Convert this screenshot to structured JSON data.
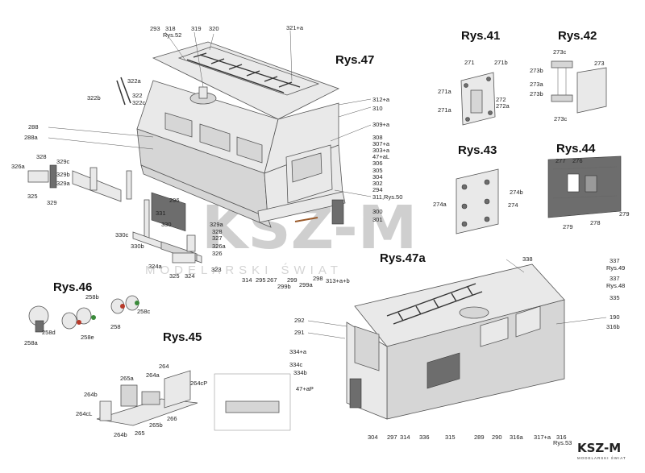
{
  "figures": {
    "rys47": "Rys.47",
    "rys47a": "Rys.47a",
    "rys41": "Rys.41",
    "rys42": "Rys.42",
    "rys43": "Rys.43",
    "rys44": "Rys.44",
    "rys45": "Rys.45",
    "rys46": "Rys.46"
  },
  "labels": {
    "l293": "293",
    "l318": "318",
    "lrys52": "Rys.52",
    "l319": "319",
    "l320": "320",
    "l321a": "321+a",
    "l322a": "322a",
    "l322b": "322b",
    "l322": "322",
    "l322c": "322c",
    "l312a": "312+a",
    "l310": "310",
    "l309a": "309+a",
    "l308": "308",
    "l307a": "307+a",
    "l303a": "303+a",
    "l47aL": "47+aL",
    "l306": "306",
    "l305": "305",
    "l304": "304",
    "l302": "302",
    "l294": "294",
    "l311": "311,Rys.50",
    "l300": "300",
    "l301": "301",
    "l288": "288",
    "l288a": "288a",
    "l328": "328",
    "l329c": "329c",
    "l329b": "329b",
    "l329a": "329a",
    "l326a_l": "326a",
    "l325": "325",
    "l329": "329",
    "l296": "296",
    "l331": "331",
    "l330": "330",
    "l330c": "330c",
    "l330b": "330b",
    "l329a2": "329a",
    "l328b": "328",
    "l327": "327",
    "l326a": "326a",
    "l326": "326",
    "l324a": "324a",
    "l323": "323",
    "l325b": "325",
    "l324": "324",
    "l314": "314",
    "l295": "295",
    "l267": "267",
    "l299": "299",
    "l299b": "299b",
    "l299a": "299a",
    "l298": "298",
    "l313": "313+a+b",
    "l271": "271",
    "l271b": "271b",
    "l271a": "271a",
    "l272": "272",
    "l272a": "272a",
    "l271a2": "271a",
    "l273c": "273c",
    "l273": "273",
    "l273b": "273b",
    "l273a": "273a",
    "l273b2": "273b",
    "l273c2": "273c",
    "l274b": "274b",
    "l274a": "274a",
    "l274": "274",
    "l277": "277",
    "l276": "276",
    "l279": "279",
    "l279b": "279",
    "l278": "278",
    "l258b": "258b",
    "l258c": "258c",
    "l258": "258",
    "l258e": "258e",
    "l258a": "258a",
    "l258d": "258d",
    "l264": "264",
    "l264a": "264a",
    "l264cP": "264cP",
    "l265a": "265a",
    "l264b": "264b",
    "l264cL": "264cL",
    "l264b2": "264b",
    "l265": "265",
    "l265b": "265b",
    "l266": "266",
    "l338": "338",
    "l337a": "337",
    "lrys49": "Rys.49",
    "l337b": "337",
    "lrys48": "Rys.48",
    "l335": "335",
    "l190": "190",
    "l316b": "316b",
    "l292": "292",
    "l291": "291",
    "l334a": "334+a",
    "l334c": "334c",
    "l334b": "334b",
    "l47aP": "47+aP",
    "l304b": "304",
    "l297": "297",
    "l314b": "314",
    "l336": "336",
    "l315": "315",
    "l289": "289",
    "l290": "290",
    "l316a": "316a",
    "l317": "317+a",
    "l316": "316",
    "lrys53": "Rys.53"
  },
  "logo": {
    "mark": "KSZ-M",
    "sub": "MODELARSKI ŚWIAT"
  },
  "watermark": {
    "mark": "KSZ-M",
    "sub": "MODELARSKI ŚWIAT"
  },
  "colors": {
    "ink": "#222222",
    "part_fill": "#e9e9e9",
    "part_shade": "#d6d6d6",
    "dark_part": "#6d6d6d",
    "accent_green": "#3a8a3a",
    "accent_red": "#b83a2a",
    "accent_brown": "#9a5a2a"
  }
}
